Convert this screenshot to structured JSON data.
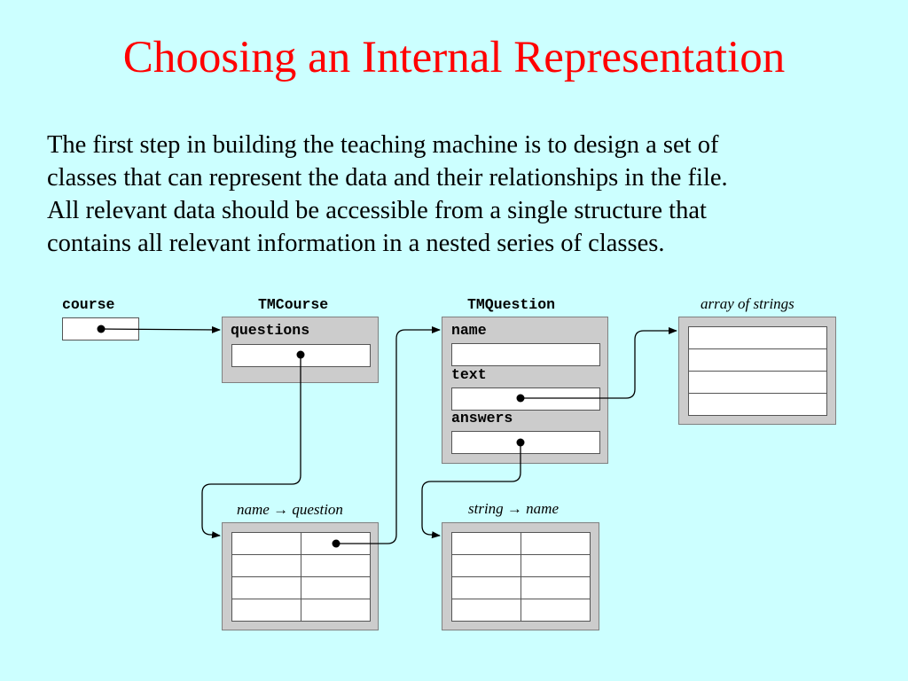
{
  "slide": {
    "title": "Choosing an Internal Representation",
    "paragraph_lines": [
      "The first step in building the teaching machine is to design a set of",
      "classes that can represent the data and their relationships in the file.",
      "All relevant data should be accessible from a single structure that",
      "contains all relevant information in a nested series of classes."
    ]
  },
  "diagram": {
    "course_label": "course",
    "tmcourse": {
      "class_label": "TMCourse",
      "field_questions": "questions"
    },
    "tmquestion": {
      "class_label": "TMQuestion",
      "field_name": "name",
      "field_text": "text",
      "field_answers": "answers"
    },
    "array_label": "array of strings",
    "questions_map_label": "name → question",
    "answers_map_label": "string → name",
    "colors": {
      "background": "#ccffff",
      "title": "#ff0000",
      "panel": "#cccccc"
    }
  }
}
